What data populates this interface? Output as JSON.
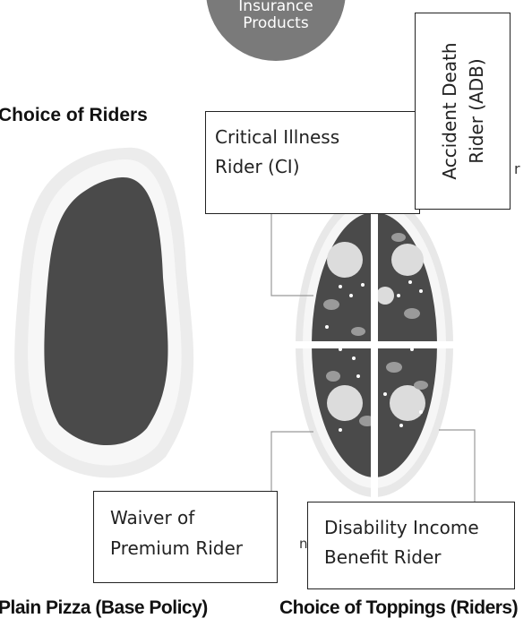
{
  "circle_label_line1": "Insurance",
  "circle_label_line2": "Products",
  "heading": "Choice of Riders",
  "riders": {
    "critical_illness": {
      "line1": "Critical Illness",
      "line2": "Rider (CI)"
    },
    "accident_death": {
      "line1": "Accident Death",
      "line2": "Rider (ADB)"
    },
    "waiver_premium": {
      "line1": "Waiver of",
      "line2": "Premium Rider"
    },
    "disability_income": {
      "line1": "Disability Income",
      "line2": "Benefit Rider"
    }
  },
  "partial_right": "r",
  "partial_bottom": "ni",
  "captions": {
    "base": "Plain Pizza  (Base Policy)",
    "toppings": "Choice of Toppings (Riders)"
  },
  "colors": {
    "circle": "#7a7a7a",
    "pizza_sauce": "#4a4a4a",
    "crust": "#e6e6e6"
  }
}
